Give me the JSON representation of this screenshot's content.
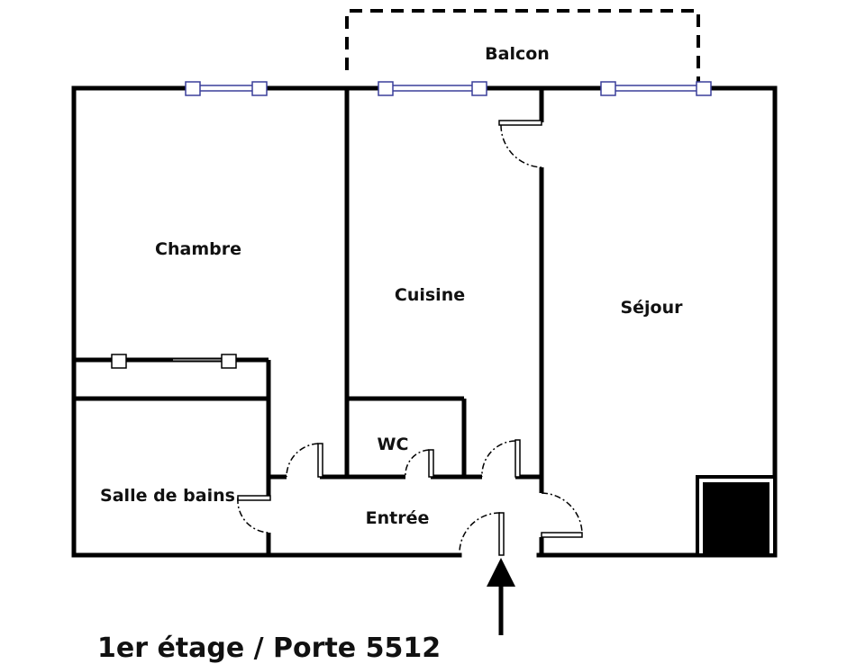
{
  "rooms": {
    "balcon": "Balcon",
    "chambre": "Chambre",
    "cuisine": "Cuisine",
    "sejour": "Séjour",
    "wc": "WC",
    "salle_de_bains": "Salle de bains",
    "entree": "Entrée"
  },
  "caption": "1er étage / Porte 5512",
  "colors": {
    "wall": "#000000",
    "window": "#3a3f9a",
    "background": "#ffffff"
  }
}
